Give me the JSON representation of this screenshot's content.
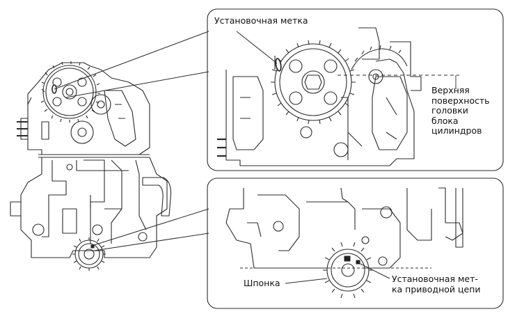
{
  "labels": {
    "timing_mark": "Установочная метка",
    "head_surface": [
      "Верхняя",
      "поверхность",
      "головки",
      "блока",
      "цилиндров"
    ],
    "key": "Шпонка",
    "chain_mark": [
      "Установочная мет-",
      "ка приводной цепи"
    ]
  },
  "colors": {
    "line": "#2a2a2a",
    "background": "#ffffff"
  }
}
